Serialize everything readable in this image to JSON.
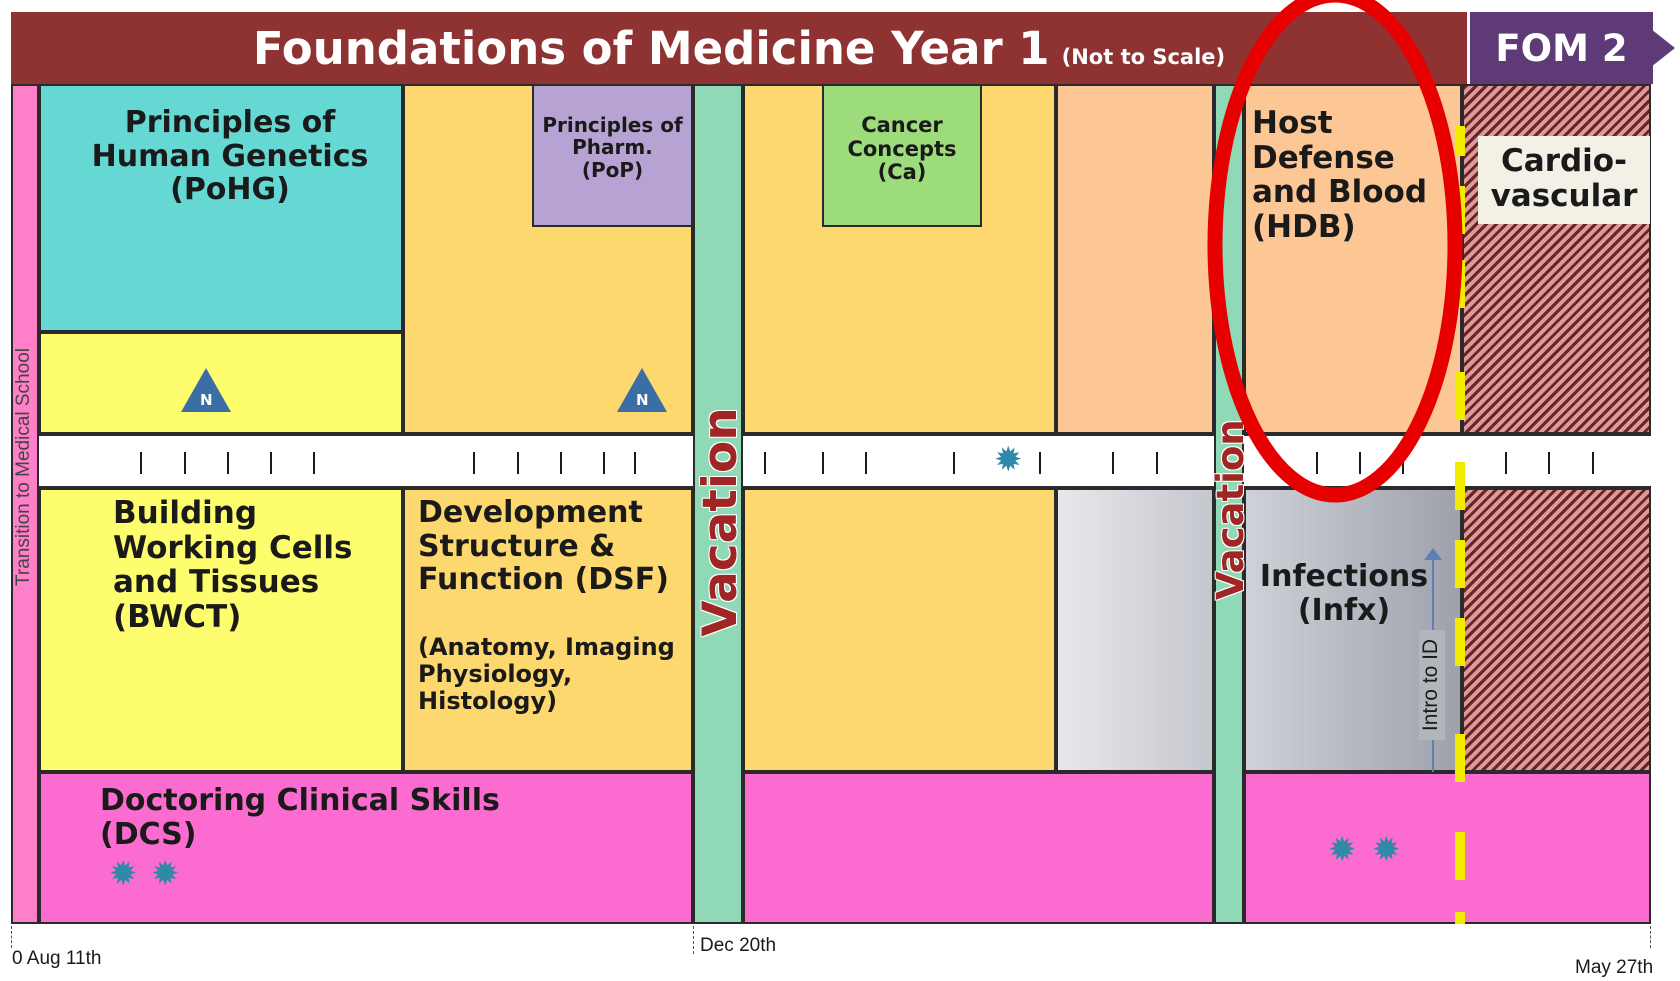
{
  "header": {
    "title": "Foundations of Medicine Year 1",
    "subtitle": "(Not to Scale)",
    "next_label": "FOM 2"
  },
  "side_label": "Transition to Medical School",
  "blocks": {
    "pohg": "Principles of Human Genetics (PoHG)",
    "pop": "Principles of Pharm. (PoP)",
    "cancer": "Cancer Concepts (Ca)",
    "hdb": "Host Defense and Blood (HDB)",
    "cardio": "Cardio-vascular",
    "bwct": "Building Working Cells and Tissues (BWCT)",
    "dsf": "Development Structure & Function (DSF)",
    "dsf_sub": "(Anatomy, Imaging Physiology, Histology)",
    "infx": "Infections (Infx)",
    "intro_id": "Intro to ID",
    "dcs": "Doctoring Clinical Skills (DCS)"
  },
  "vacation_label": "Vacation",
  "badge_letter": "N",
  "timeline": {
    "start_label": "0 Aug 11th",
    "mid_label": "Dec 20th",
    "end_label": "May 27th"
  },
  "colors": {
    "title_bg": "#8f3232",
    "fom2_bg": "#5e3a76",
    "teal": "#66d8d4",
    "yellow": "#fdfd6e",
    "gold": "#fcd86e",
    "lavender": "#b7a3d3",
    "green": "#9cdc7a",
    "peach": "#fdc795",
    "mint": "#8fd9b6",
    "magenta": "#fc6bd0",
    "pink": "#ff7fc8",
    "gray": "#c5c7ce",
    "highlight": "#e60000",
    "dash": "#f2ea00"
  }
}
